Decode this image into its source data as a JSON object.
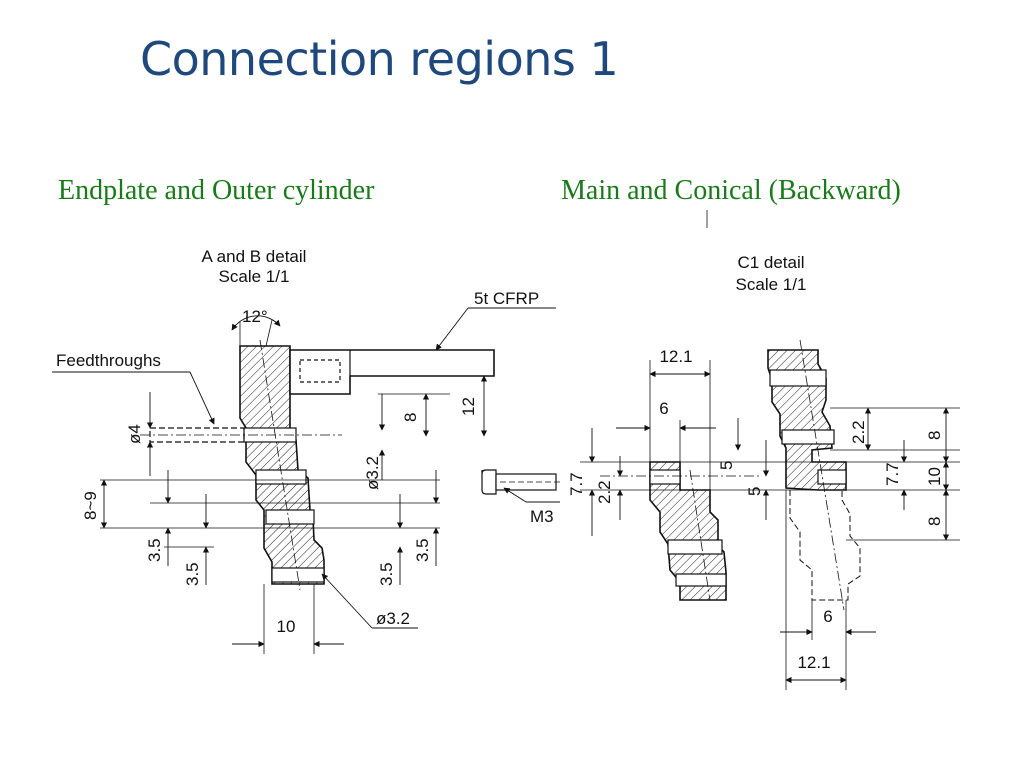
{
  "slide": {
    "title": "Connection regions 1",
    "subtitle_left": "Endplate and Outer cylinder",
    "subtitle_right": "Main and Conical (Backward)"
  },
  "left_detail": {
    "heading_line1": "A and B detail",
    "heading_line2": "Scale 1/1",
    "angle": "12°",
    "material": "5t CFRP",
    "feedthroughs": "Feedthroughs",
    "dia_left": "ø4",
    "dim_8": "8",
    "dim_12": "12",
    "dia_mid": "ø3.2",
    "dim_8to9": "8~9",
    "dim_3_5_a": "3.5",
    "dim_3_5_b": "3.5",
    "dim_3_5_c": "3.5",
    "dim_3_5_d": "3.5",
    "dim_10": "10",
    "dia_bottom": "ø3.2",
    "screw": "M3"
  },
  "right_detail": {
    "heading_line1": "C1 detail",
    "heading_line2": "Scale 1/1",
    "dim_12_1_top": "12.1",
    "dim_6_top": "6",
    "dim_7_7_left": "7.7",
    "dim_2_2_left": "2.2",
    "dim_5_a": "5",
    "dim_5_b": "5",
    "dim_2_2_right": "2.2",
    "dim_7_7_right": "7.7",
    "dim_8_a": "8",
    "dim_10": "10",
    "dim_8_b": "8",
    "dim_6_bottom": "6",
    "dim_12_1_bottom": "12.1"
  }
}
